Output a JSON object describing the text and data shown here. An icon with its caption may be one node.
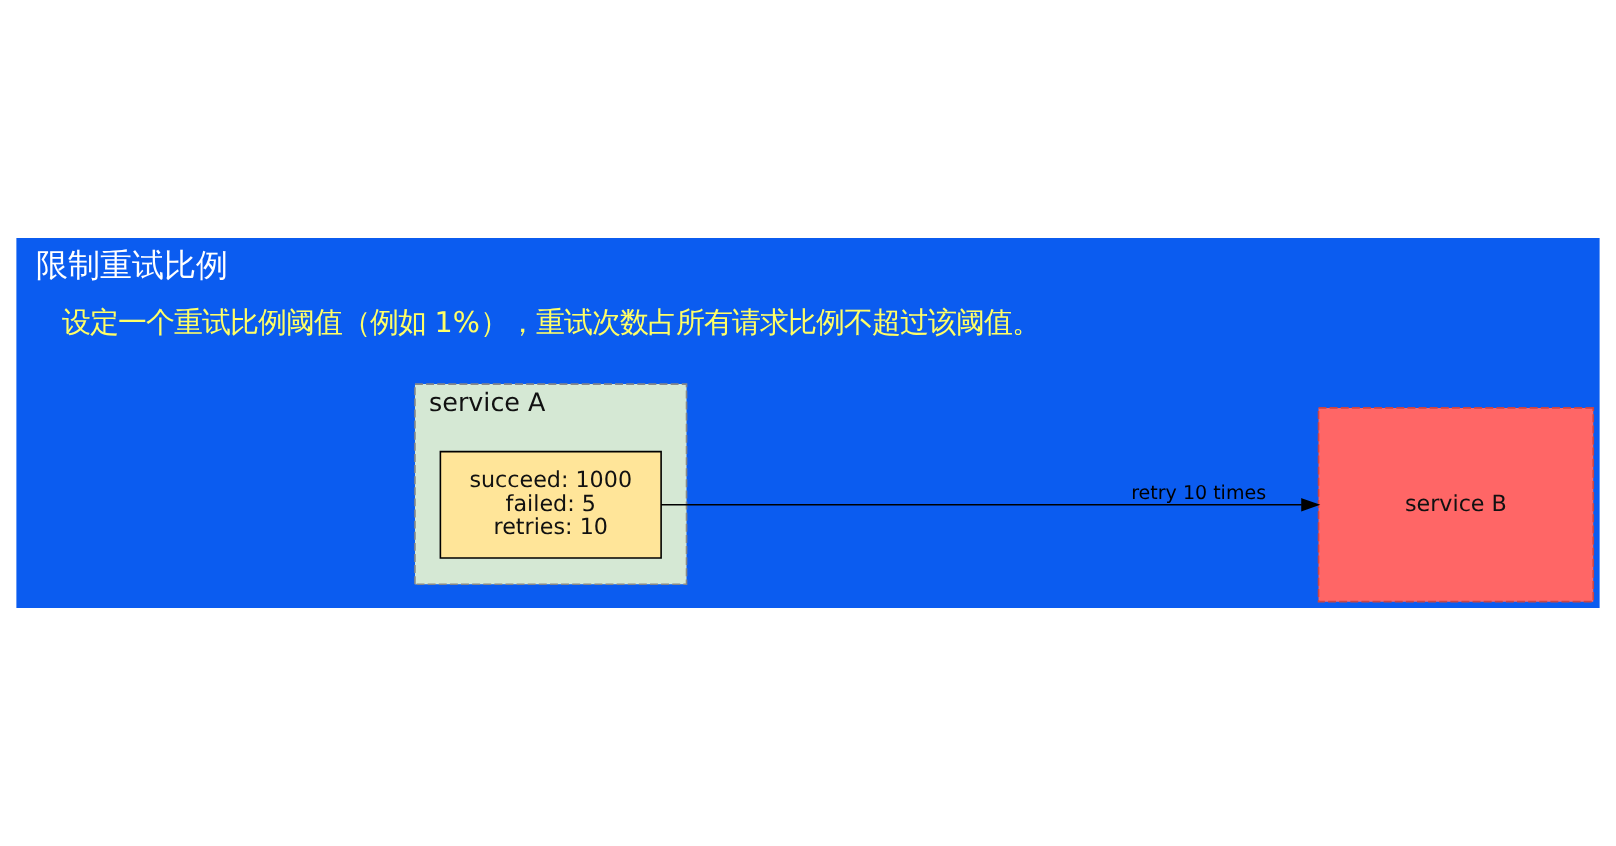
{
  "diagram": {
    "title": "限制重试比例",
    "nodes": [
      {
        "text": [
          "service A"
        ]
      },
      {
        "text": [
          "succeed: 1000",
          "failed: 5",
          "retries: 10"
        ],
        "in": 0
      },
      {
        "text": [
          "service B"
        ]
      }
    ],
    "edges": [
      {
        "from": 1,
        "to": 2,
        "arrow": "to",
        "label": "retry 10 times"
      }
    ],
    "labels": [
      "设定一个重试比例阈值（例如 1%），重试次数占所有请求比例不超过该阈值。"
    ]
  }
}
